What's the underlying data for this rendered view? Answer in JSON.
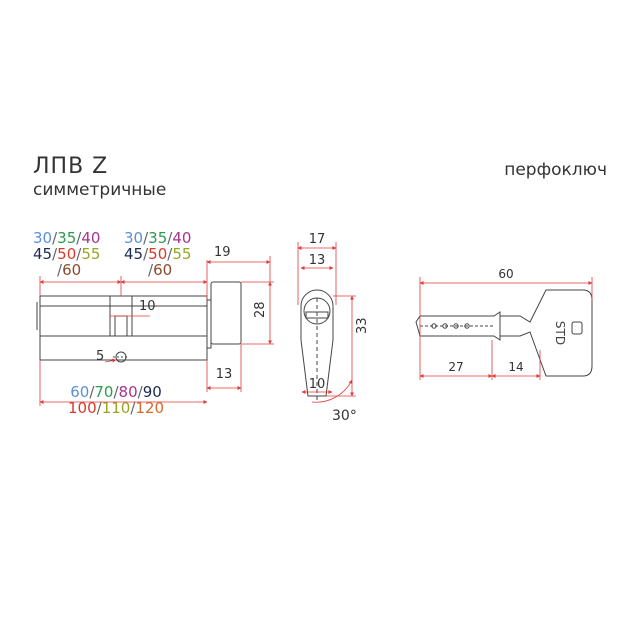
{
  "header": {
    "model": "ЛПВ Z",
    "variant": "симметричные",
    "key_type": "перфоключ"
  },
  "colors": {
    "blue": "#5b8fd6",
    "green": "#2e9a4e",
    "purple": "#a8338f",
    "navy": "#1c2b57",
    "red": "#d63a2a",
    "olive": "#9aa51f",
    "orange": "#d86a2a",
    "brown": "#8b4b2b",
    "line": "#444444",
    "dim": "#e03a3a"
  },
  "size_groups": {
    "left": {
      "row1": [
        {
          "t": "30",
          "c": "blue"
        },
        {
          "t": "35",
          "c": "green"
        },
        {
          "t": "40",
          "c": "purple"
        }
      ],
      "row2": [
        {
          "t": "45",
          "c": "navy"
        },
        {
          "t": "50",
          "c": "red"
        },
        {
          "t": "55",
          "c": "olive"
        }
      ],
      "row3": [
        {
          "t": "60",
          "c": "brown"
        }
      ]
    },
    "right": {
      "row1": [
        {
          "t": "30",
          "c": "blue"
        },
        {
          "t": "35",
          "c": "green"
        },
        {
          "t": "40",
          "c": "purple"
        }
      ],
      "row2": [
        {
          "t": "45",
          "c": "navy"
        },
        {
          "t": "50",
          "c": "red"
        },
        {
          "t": "55",
          "c": "olive"
        }
      ],
      "row3": [
        {
          "t": "60",
          "c": "brown"
        }
      ]
    },
    "total": {
      "row1": [
        {
          "t": "60",
          "c": "blue"
        },
        {
          "t": "70",
          "c": "green"
        },
        {
          "t": "80",
          "c": "purple"
        },
        {
          "t": "90",
          "c": "navy"
        }
      ],
      "row2": [
        {
          "t": "100",
          "c": "red"
        },
        {
          "t": "110",
          "c": "olive"
        },
        {
          "t": "120",
          "c": "orange"
        }
      ]
    }
  },
  "dimensions": {
    "cam_gap": "10",
    "screw": "5",
    "knob_len": "19",
    "knob_height": "28",
    "knob_depth": "13",
    "profile_width": "17",
    "profile_inner": "13",
    "profile_height": "33",
    "profile_bottom": "10",
    "angle": "30°",
    "key_total": "60",
    "key_blade": "27",
    "key_neck": "14",
    "key_brand": "STD"
  }
}
